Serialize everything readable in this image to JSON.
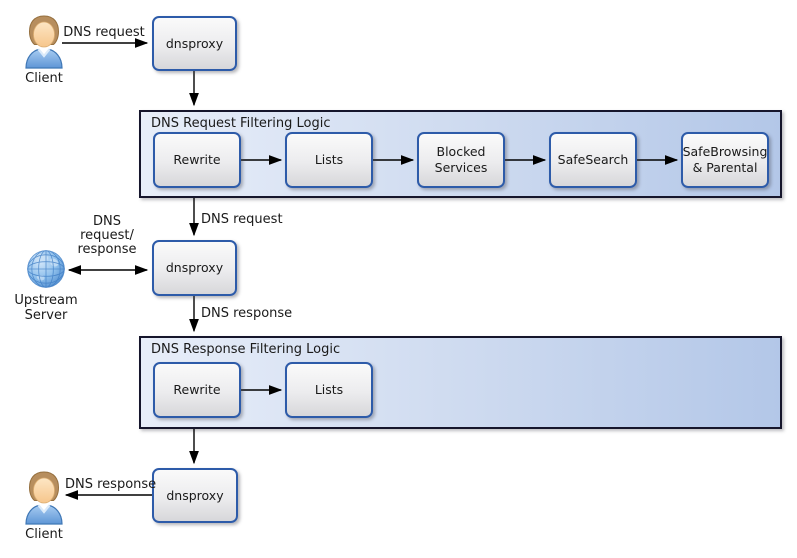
{
  "nodes": {
    "client_top": "Client",
    "client_bottom": "Client",
    "upstream_server": "Upstream Server",
    "proxy1": "dnsproxy",
    "proxy2": "dnsproxy",
    "proxy3": "dnsproxy"
  },
  "containers": [
    {
      "title": "DNS Request Filtering Logic",
      "boxes": [
        "Rewrite",
        "Lists",
        "Blocked Services",
        "SafeSearch",
        "SafeBrowsing & Parental"
      ]
    },
    {
      "title": "DNS Response Filtering Logic",
      "boxes": [
        "Rewrite",
        "Lists"
      ]
    }
  ],
  "edge_labels": {
    "client_to_proxy": "DNS request",
    "filter_to_proxy2": "DNS request",
    "upstream_lines": [
      "DNS",
      "request/",
      "response"
    ],
    "proxy2_to_filter": "DNS response",
    "proxy3_to_client": "DNS response"
  },
  "colors": {
    "box_border": "#2d5ba9",
    "box_fill_top": "#fafafa",
    "box_fill_bottom": "#d7d7da",
    "group_border": "#16162c",
    "group_fill_left": "#e8eef9",
    "group_fill_right": "#b3c7e8",
    "arrow": "#000000",
    "globe_blue": "#5590d2",
    "shirt_blue": "#5e96d6",
    "hair_brown": "#b78e5e",
    "skin": "#f6c68c"
  }
}
